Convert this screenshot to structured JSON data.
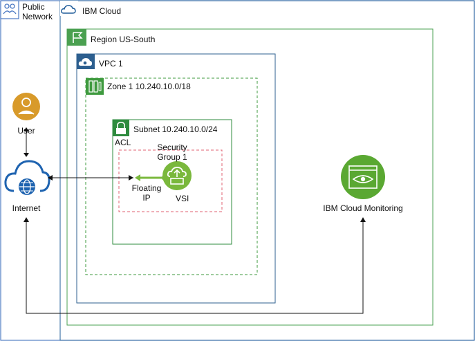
{
  "public_network": {
    "line1": "Public",
    "line2": "Network"
  },
  "ibm_cloud": {
    "label": "IBM Cloud"
  },
  "region": {
    "label": "Region US-South"
  },
  "vpc": {
    "label": "VPC 1"
  },
  "zone": {
    "label": "Zone 1  10.240.10.0/18"
  },
  "subnet": {
    "label": "Subnet 10.240.10.0/24"
  },
  "acl": {
    "label": "ACL"
  },
  "security_group": {
    "line1": "Security",
    "line2": "Group 1"
  },
  "floating_ip": {
    "line1": "Floating",
    "line2": "IP"
  },
  "vsi": {
    "label": "VSI"
  },
  "user": {
    "label": "User"
  },
  "internet": {
    "label": "Internet"
  },
  "monitoring": {
    "label": "IBM Cloud Monitoring"
  },
  "colors": {
    "public_blue": "#4a78c2",
    "ibm_blue": "#1f5c99",
    "region_green": "#4aa050",
    "vpc_blue": "#2d5f8f",
    "zone_green": "#3e9a3e",
    "subnet_green": "#2e8b3e",
    "security_red": "#e06070",
    "vsi_green": "#7ab83c",
    "user_gold": "#d89a2a",
    "internet_blue": "#1e63b0",
    "monitor_green": "#5aa832"
  }
}
